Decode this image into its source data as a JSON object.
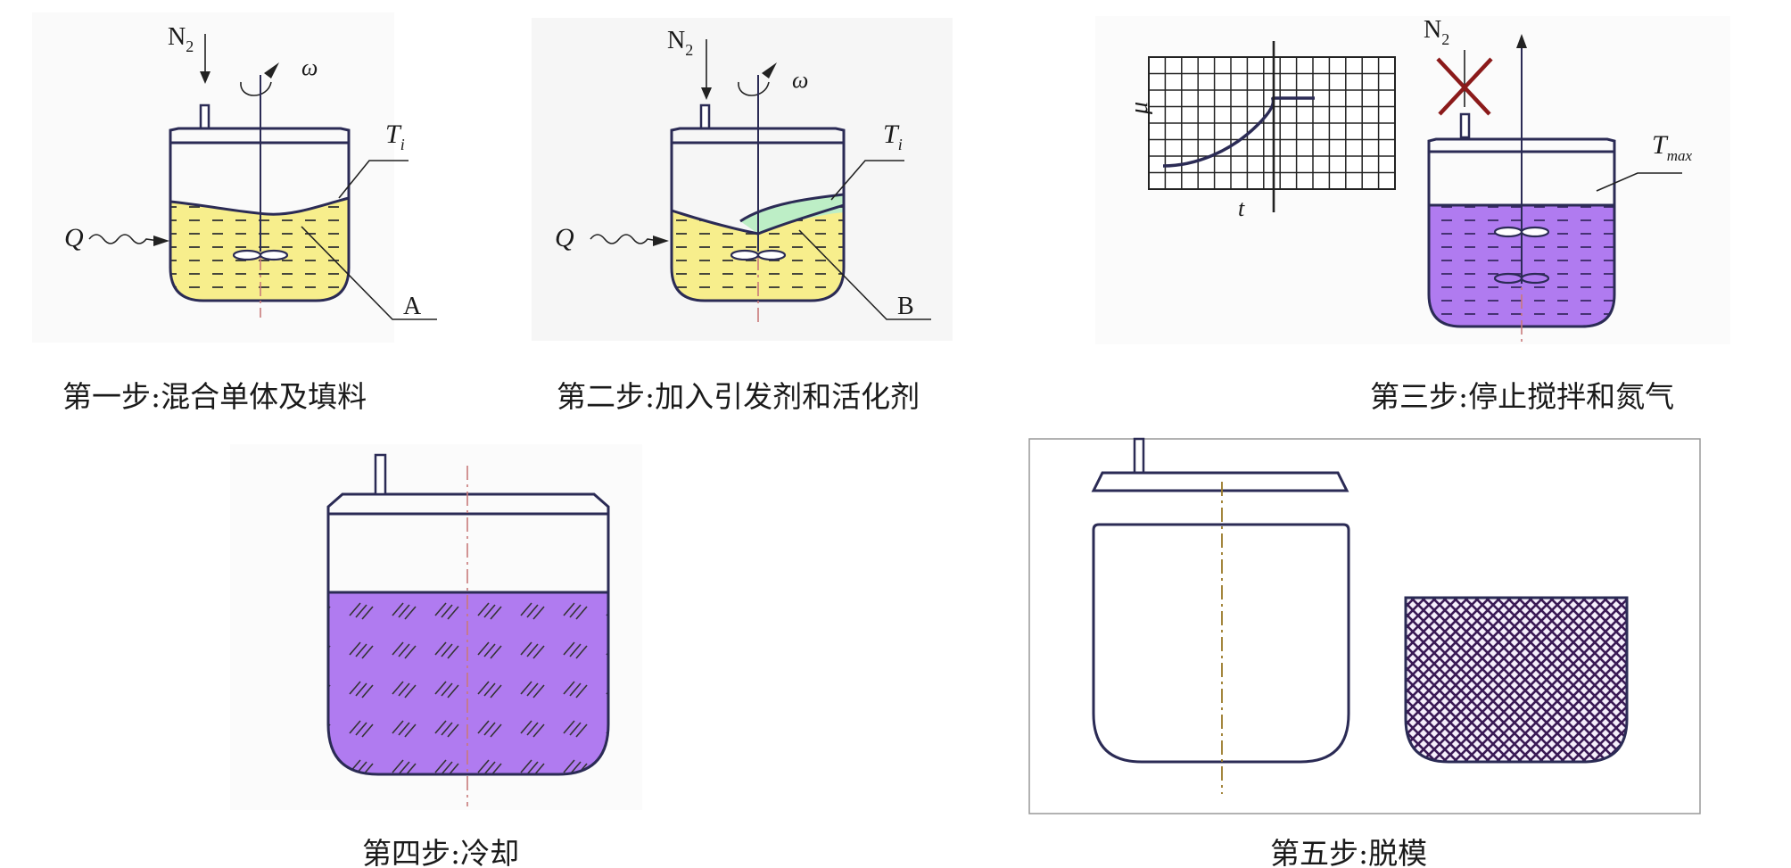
{
  "steps": [
    {
      "caption": "第一步:混合单体及填料",
      "labels": {
        "gas": "N",
        "gas_sub": "2",
        "rotation": "ω",
        "heat": "Q",
        "temp": "T",
        "temp_sub": "i",
        "mixture": "A"
      }
    },
    {
      "caption": "第二步:加入引发剂和活化剂",
      "labels": {
        "gas": "N",
        "gas_sub": "2",
        "rotation": "ω",
        "heat": "Q",
        "temp": "T",
        "temp_sub": "i",
        "mixture": "B"
      }
    },
    {
      "caption": "第三步:停止搅拌和氮气",
      "labels": {
        "gas": "N",
        "gas_sub": "2",
        "temp": "T",
        "temp_sub": "max",
        "y_axis": "μ",
        "x_axis": "t"
      }
    },
    {
      "caption": "第四步:冷却"
    },
    {
      "caption": "第五步:脱模"
    }
  ],
  "colors": {
    "outline": "#2b2b55",
    "mixture_yellow": "#f7ee8c",
    "initiator_green": "#bdeec6",
    "polymer_purple": "#b07bf0",
    "stop_cross": "#8b1a1a",
    "centerline": "#c97a7a"
  },
  "icons": [
    "rotation-arrow-icon",
    "heat-wave-arrow-icon",
    "stirrer-icon",
    "stop-cross-icon"
  ]
}
